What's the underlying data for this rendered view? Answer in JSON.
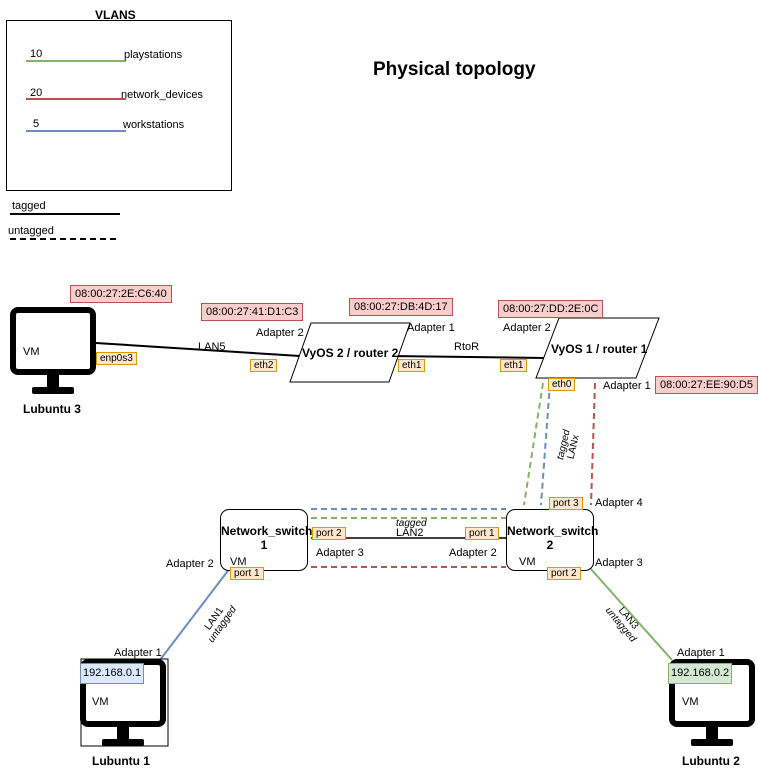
{
  "page_title": "Physical topology",
  "legend": {
    "title": "VLANS",
    "vlans": [
      {
        "id": "10",
        "name": "playstations",
        "color": "#82b366"
      },
      {
        "id": "20",
        "name": "network_devices",
        "color": "#b85450"
      },
      {
        "id": "5",
        "name": "workstations",
        "color": "#6c8ebf"
      }
    ],
    "tagged_label": "tagged",
    "untagged_label": "untagged"
  },
  "hosts": {
    "lubuntu3": {
      "name": "Lubuntu 3",
      "vm": "VM",
      "port": "enp0s3",
      "mac": "08:00:27:2E:C6:40"
    },
    "lubuntu1": {
      "name": "Lubuntu 1",
      "vm": "VM",
      "ip": "192.168.0.1",
      "adapter": "Adapter 1"
    },
    "lubuntu2": {
      "name": "Lubuntu 2",
      "vm": "VM",
      "ip": "192.168.0.2",
      "adapter": "Adapter 1"
    }
  },
  "routers": {
    "router2": {
      "name": "VyOS 2 / router 2",
      "eth2": "eth2",
      "eth1": "eth1",
      "adapter2": "Adapter 2",
      "adapter1": "Adapter 1",
      "mac_a2": "08:00:27:41:D1:C3",
      "mac_a1": "08:00:27:DB:4D:17"
    },
    "router1": {
      "name": "VyOS 1 / router 1",
      "eth1": "eth1",
      "eth0": "eth0",
      "adapter2": "Adapter 2",
      "adapter1": "Adapter 1",
      "mac_a2": "08:00:27:DD:2E:0C",
      "mac_a1": "08:00:27:EE:90:D5"
    }
  },
  "switches": {
    "switch1": {
      "name": "Network_switch 1",
      "vm": "VM",
      "port1": "port 1",
      "port2": "port 2",
      "adapter2": "Adapter 2",
      "adapter3": "Adapter 3"
    },
    "switch2": {
      "name": "Network_switch 2",
      "vm": "VM",
      "port1": "port 1",
      "port2": "port 2",
      "port3": "port 3",
      "adapter2": "Adapter 2",
      "adapter3": "Adapter 3",
      "adapter4": "Adapter 4"
    }
  },
  "links": {
    "lan5": "LAN5",
    "rtor": "RtoR",
    "lan2": "LAN2",
    "lan2_tag": "tagged",
    "lanx": "LANx",
    "lanx_tag": "tagged",
    "lan1": "LAN1",
    "lan1_tag": "untagged",
    "lan3": "LAN3",
    "lan3_tag": "untagged"
  }
}
